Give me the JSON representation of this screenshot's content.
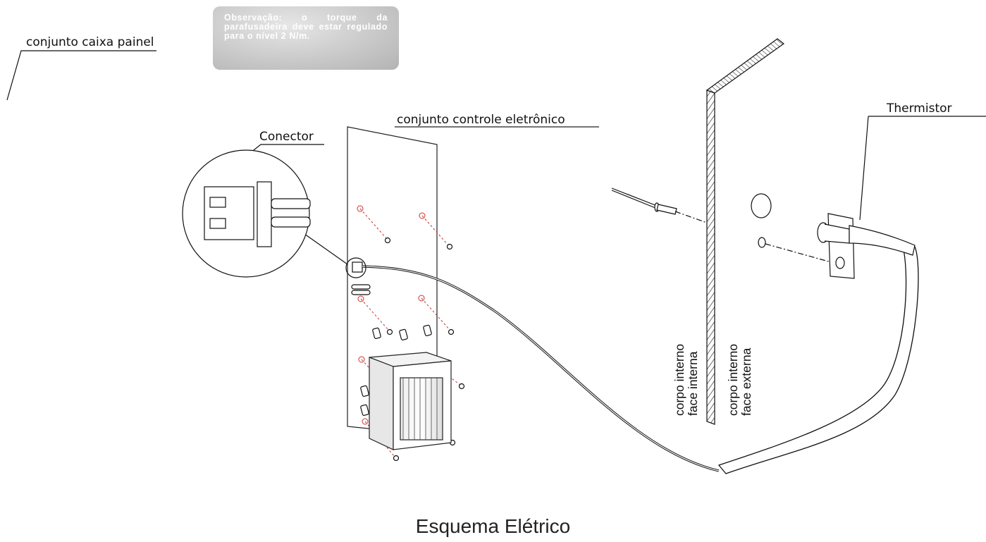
{
  "labels": {
    "caixa_painel": "conjunto caixa painel",
    "controle_eletronico": "conjunto controle eletrônico",
    "conector": "Conector",
    "thermistor": "Thermistor",
    "corpo_interno_1": "corpo interno",
    "face_interna": "face interna",
    "corpo_interno_2": "corpo interno",
    "face_externa": "face externa"
  },
  "note": {
    "text": "Observação: o torque da parafusadeira deve estar regulado para o nível 2 N/m."
  },
  "footer": {
    "title": "Esquema Elétrico"
  }
}
